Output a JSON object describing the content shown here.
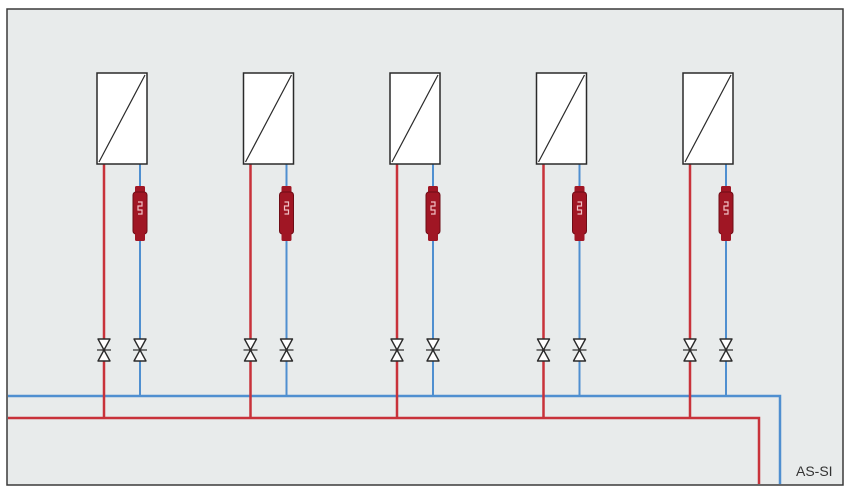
{
  "diagram": {
    "label": "AS-SI",
    "colors": {
      "panel_bg": "#e8ebeb",
      "frame": "#3a3a3a",
      "supply_pipe": "#c8323a",
      "return_pipe": "#4f8fd0",
      "pump": "#a01624",
      "valve": "#2a2a2a",
      "heat_exchanger": "#ffffff"
    },
    "circuits": [
      {
        "id": 1,
        "components": [
          "heat-exchanger",
          "pump",
          "supply-valve",
          "return-valve"
        ]
      },
      {
        "id": 2,
        "components": [
          "heat-exchanger",
          "pump",
          "supply-valve",
          "return-valve"
        ]
      },
      {
        "id": 3,
        "components": [
          "heat-exchanger",
          "pump",
          "supply-valve",
          "return-valve"
        ]
      },
      {
        "id": 4,
        "components": [
          "heat-exchanger",
          "pump",
          "supply-valve",
          "return-valve"
        ]
      },
      {
        "id": 5,
        "components": [
          "heat-exchanger",
          "pump",
          "supply-valve",
          "return-valve"
        ]
      }
    ]
  }
}
